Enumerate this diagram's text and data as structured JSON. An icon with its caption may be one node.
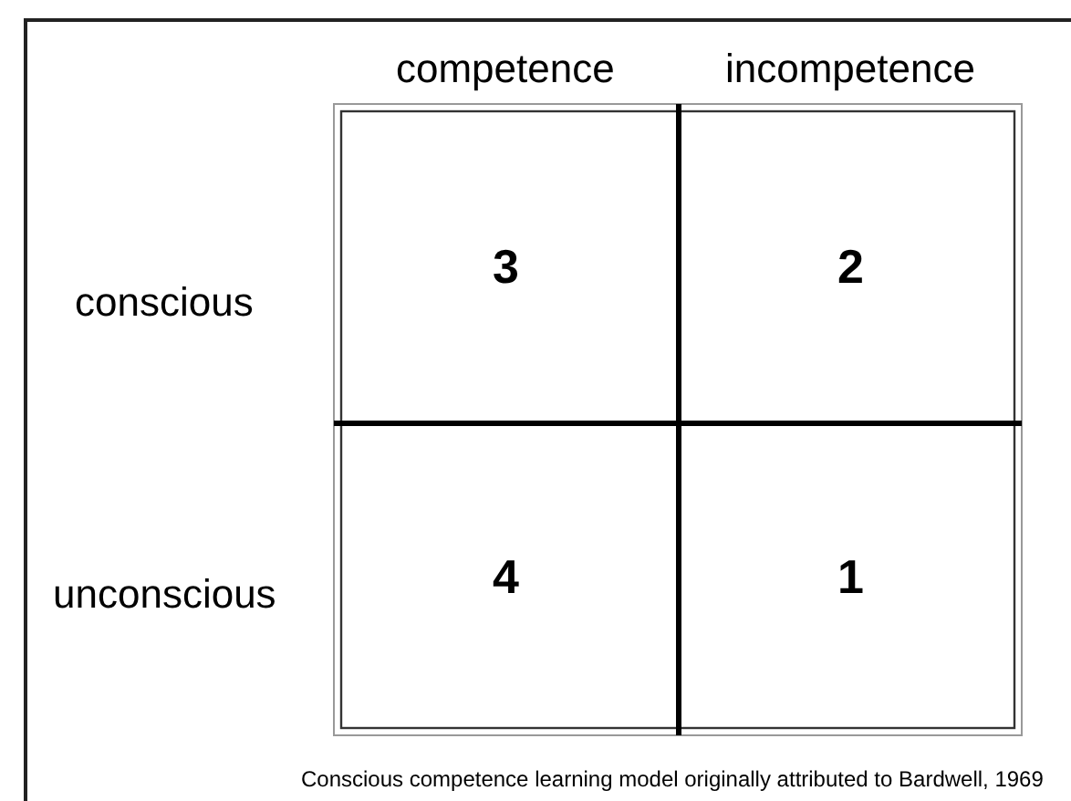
{
  "diagram": {
    "caption": "Conscious competence learning model originally attributed to Bardwell, 1969",
    "labels": [
      "competence",
      "incompetence",
      "conscious",
      "3",
      "2",
      "unconscious",
      "4",
      "1"
    ]
  }
}
